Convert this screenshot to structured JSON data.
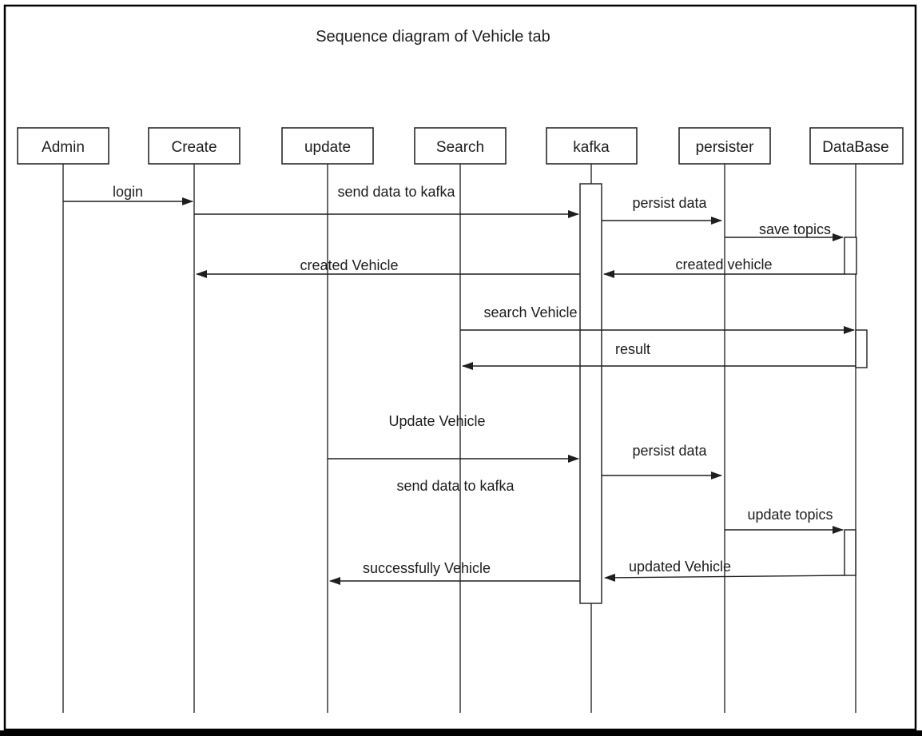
{
  "diagram": {
    "title": "Sequence diagram of Vehicle tab",
    "type": "uml-sequence-diagram"
  },
  "colors": {
    "background": "#ffffff",
    "line": "#1f1f1f",
    "text": "#1c1c1c",
    "box_fill": "#ffffff",
    "border": "#000000"
  },
  "actors": [
    {
      "label": "Admin"
    },
    {
      "label": "Create"
    },
    {
      "label": "update"
    },
    {
      "label": "Search"
    },
    {
      "label": "kafka"
    },
    {
      "label": "persister"
    },
    {
      "label": "DataBase"
    }
  ],
  "messages": [
    {
      "label": "login",
      "from": "Admin",
      "to": "Create",
      "direction": "right"
    },
    {
      "label": "send data to kafka",
      "from": "Create",
      "to": "kafka",
      "direction": "right"
    },
    {
      "label": "persist data",
      "from": "kafka",
      "to": "persister",
      "direction": "right"
    },
    {
      "label": "save topics",
      "from": "persister",
      "to": "DataBase",
      "direction": "right"
    },
    {
      "label": "created Vehicle",
      "from": "kafka",
      "to": "Create",
      "direction": "left"
    },
    {
      "label": "created vehicle",
      "from": "DataBase",
      "to": "kafka",
      "direction": "left"
    },
    {
      "label": "search Vehicle",
      "from": "Search",
      "to": "DataBase",
      "direction": "right"
    },
    {
      "label": "result",
      "from": "DataBase",
      "to": "Search",
      "direction": "left"
    },
    {
      "label": "Update Vehicle",
      "from": "update",
      "to": "kafka",
      "direction": "right"
    },
    {
      "label": "persist data",
      "from": "kafka",
      "to": "persister",
      "direction": "right"
    },
    {
      "label": "send data to kafka",
      "from": "update",
      "to": "kafka",
      "direction": "right",
      "note": "secondary label of Update Vehicle arrow"
    },
    {
      "label": "update topics",
      "from": "persister",
      "to": "DataBase",
      "direction": "right"
    },
    {
      "label": "updated Vehicle",
      "from": "DataBase",
      "to": "kafka",
      "direction": "left"
    },
    {
      "label": "successfully Vehicle",
      "from": "kafka",
      "to": "update",
      "direction": "left"
    }
  ]
}
